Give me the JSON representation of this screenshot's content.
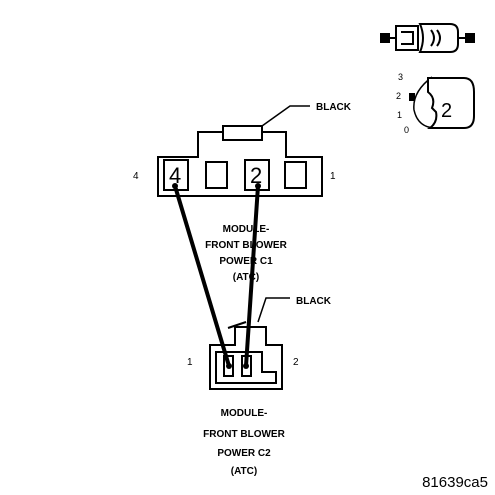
{
  "connector_c1": {
    "wire_color_label": "BLACK",
    "pin_left_number": "4",
    "pin_right_number": "1",
    "cavity_a_label": "4",
    "cavity_b_label": "2",
    "name_lines": [
      "MODULE-",
      "FRONT BLOWER",
      "POWER C1",
      "(ATC)"
    ]
  },
  "connector_c2": {
    "wire_color_label": "BLACK",
    "pin_left_number": "1",
    "pin_right_number": "2",
    "name_lines": [
      "MODULE-",
      "FRONT BLOWER",
      "POWER C2",
      "(ATC)"
    ]
  },
  "switch_icon": {
    "position_labels": [
      "3",
      "2",
      "1",
      "0"
    ],
    "selected_position": "2"
  },
  "figure_reference": "81639ca5"
}
